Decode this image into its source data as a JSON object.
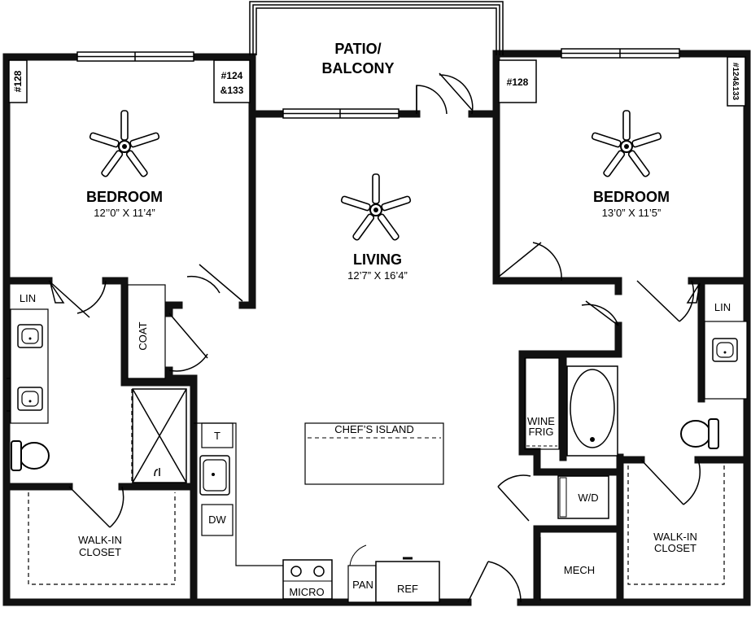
{
  "rooms": {
    "patio": {
      "line1": "PATIO/",
      "line2": "BALCONY"
    },
    "bedroom_left": {
      "name": "BEDROOM",
      "dims": "12’’0” X 11’4”"
    },
    "bedroom_right": {
      "name": "BEDROOM",
      "dims": "13’0” X 11’5”"
    },
    "living": {
      "name": "LIVING",
      "dims": "12’7” X 16’4”"
    },
    "closet_left": {
      "line1": "WALK-IN",
      "line2": "CLOSET"
    },
    "closet_right": {
      "line1": "WALK-IN",
      "line2": "CLOSET"
    },
    "mech": "MECH"
  },
  "fixtures": {
    "lin_left": "LIN",
    "lin_right": "LIN",
    "coat": "COAT",
    "chefs_island": "CHEF’S ISLAND",
    "trash": "T",
    "dishwasher": "DW",
    "wine_line1": "WINE",
    "wine_line2": "FRIG",
    "washer_dryer": "W/D",
    "micro": "MICRO",
    "pantry": "PAN",
    "ref": "REF"
  },
  "unit_tags": {
    "left_outer": "#128",
    "left_inner_line1": "#124",
    "left_inner_line2": "&133",
    "right_inner": "#128",
    "right_outer": "#124&133"
  },
  "icons": [
    "ceiling-fan-icon",
    "sink-icon",
    "toilet-icon",
    "bathtub-icon",
    "door-swing-icon",
    "stove-icon"
  ]
}
